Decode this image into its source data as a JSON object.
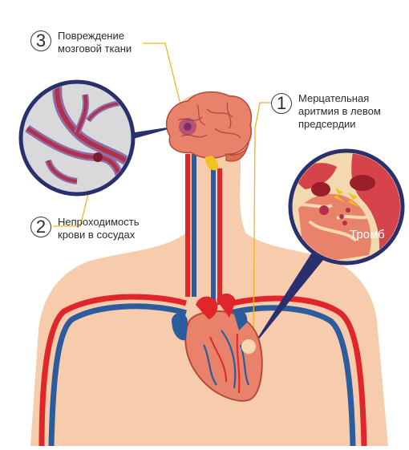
{
  "callouts": [
    {
      "number": "3",
      "line1": "Повреждение",
      "line2": "мозговой ткани"
    },
    {
      "number": "1",
      "line1": "Мерцательная",
      "line2": "аритмия в левом",
      "line3": "предсердии"
    },
    {
      "number": "2",
      "line1": "Непроходимость",
      "line2": "крови в сосудах"
    }
  ],
  "thrombus_label": "Тромб",
  "colors": {
    "skin": "#f6ccac",
    "artery": "#e0262b",
    "vein": "#2b5c9e",
    "brain": "#e9826a",
    "leader": "#f2b51b",
    "magnifier_border": "#2a2f6e"
  }
}
